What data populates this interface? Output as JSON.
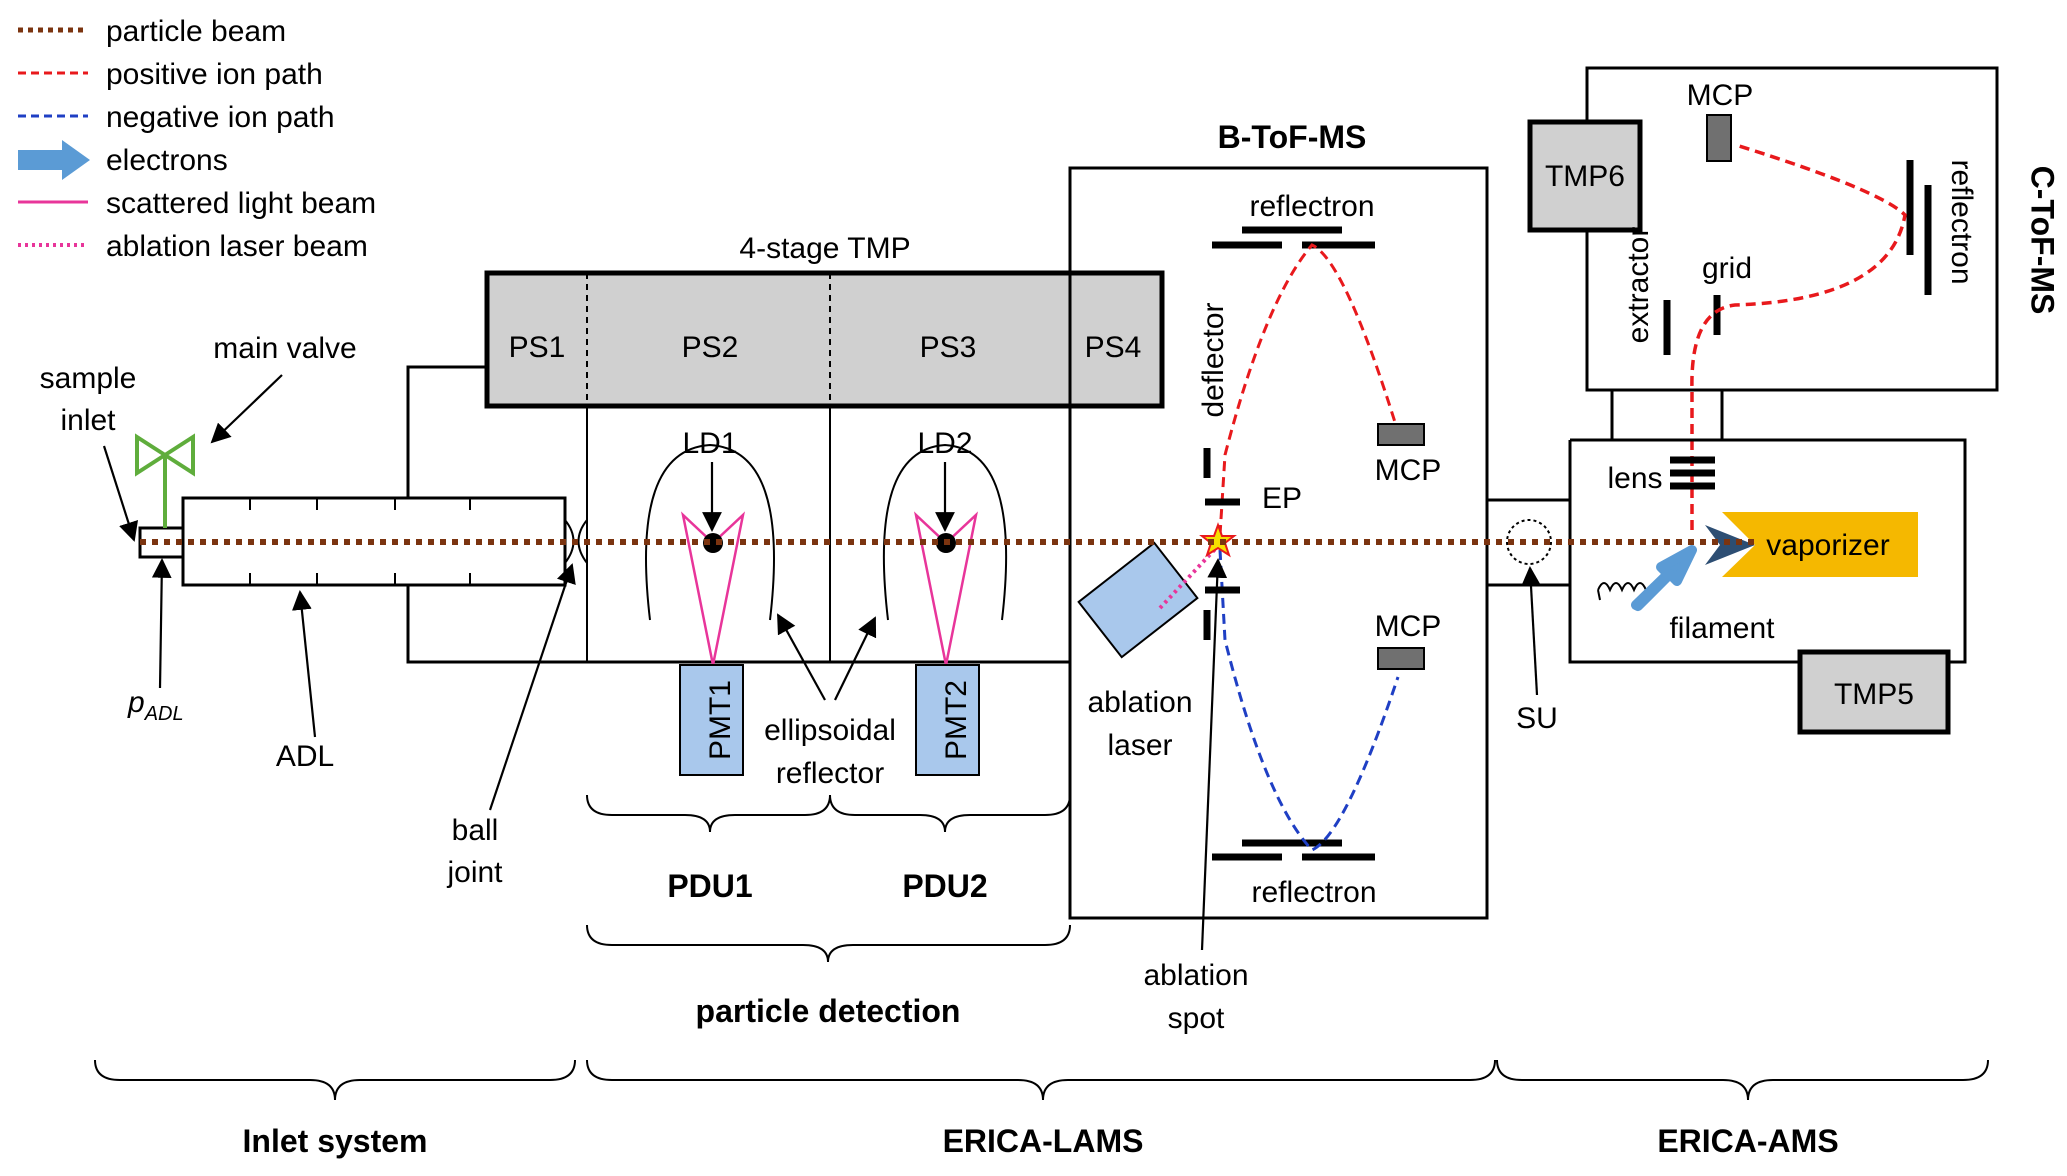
{
  "legend": {
    "particle_beam": "particle beam",
    "positive_ion_path": "positive ion path",
    "negative_ion_path": "negative ion path",
    "electrons": "electrons",
    "scattered_light_beam": "scattered light beam",
    "ablation_laser_beam": "ablation laser beam"
  },
  "inlet": {
    "sample_inlet_1": "sample",
    "sample_inlet_2": "inlet",
    "main_valve": "main valve",
    "p_adl": "p",
    "p_adl_sub": "ADL",
    "adl": "ADL",
    "ball_joint_1": "ball",
    "ball_joint_2": "joint"
  },
  "tmp": {
    "title": "4-stage TMP",
    "ps1": "PS1",
    "ps2": "PS2",
    "ps3": "PS3",
    "ps4": "PS4"
  },
  "detection": {
    "ld1": "LD1",
    "ld2": "LD2",
    "pmt1": "PMT1",
    "pmt2": "PMT2",
    "reflector_1": "ellipsoidal",
    "reflector_2": "reflector",
    "pdu1": "PDU1",
    "pdu2": "PDU2",
    "particle_detection": "particle detection"
  },
  "btof": {
    "title": "B-ToF-MS",
    "reflectron_top": "reflectron",
    "reflectron_bottom": "reflectron",
    "deflector": "deflector",
    "ep": "EP",
    "mcp_top": "MCP",
    "mcp_bottom": "MCP",
    "ablation_laser_1": "ablation",
    "ablation_laser_2": "laser",
    "ablation_spot_1": "ablation",
    "ablation_spot_2": "spot",
    "su": "SU"
  },
  "ctof": {
    "title": "C-ToF-MS",
    "mcp": "MCP",
    "tmp6": "TMP6",
    "reflectron": "reflectron",
    "extractor": "extractor",
    "grid": "grid",
    "lens": "lens",
    "vaporizer": "vaporizer",
    "filament": "filament",
    "tmp5": "TMP5"
  },
  "sections": {
    "inlet_system": "Inlet system",
    "erica_lams": "ERICA-LAMS",
    "erica_ams": "ERICA-AMS"
  },
  "colors": {
    "particle_beam": "#7b3410",
    "positive_ion": "#e8191c",
    "negative_ion": "#1f3fc4",
    "electrons": "#5b9bd5",
    "scattered_light": "#e8359a",
    "ablation_laser": "#e8359a",
    "valve": "#5fad3c",
    "vaporizer": "#f5b800",
    "pmt_fill": "#a9c8ec",
    "tmp_fill": "#d0d0d0",
    "mcp_fill": "#707070"
  }
}
